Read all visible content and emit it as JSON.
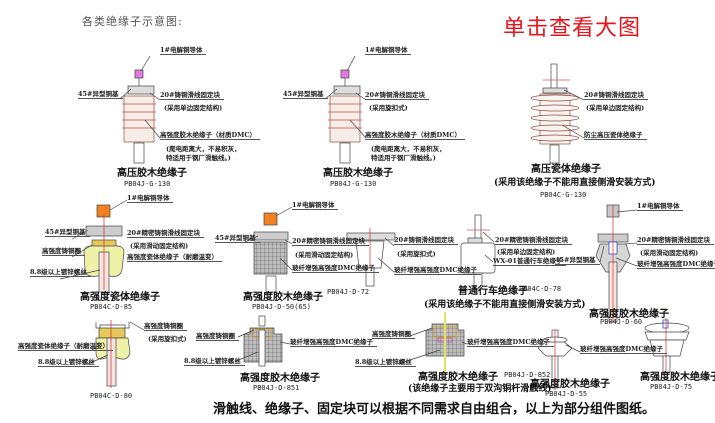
{
  "header": {
    "title": "各类绝缘子示意图:",
    "view_large_link": "单击查看大图",
    "link_color": "#e8141c"
  },
  "insulators": [
    {
      "title": "高压胶木绝缘子",
      "model": "PB04J-G-130",
      "labels": [
        "1#电解铜导体",
        "45#异型铜基",
        "20#铸铜滑线固定块",
        "(采用单边固定结构)",
        "高强度胶木绝缘子（材质DMC）",
        "(爬电距离大，不易积灰，",
        "特适用于钢厂滑触线。)"
      ]
    },
    {
      "title": "高压胶木绝缘子",
      "model": "PB04J-G-130",
      "labels": [
        "1#电解铜导体",
        "45#异型铜基",
        "20#铸铜滑线固定块",
        "(采用旋扣式)",
        "高强度胶木绝缘子（材质DMC）",
        "(爬电距离大，不易积灰，",
        "特适用于钢厂滑触线。)"
      ]
    },
    {
      "title": "高压瓷体绝缘子",
      "note": "(采用该绝缘子不能用直接侧滑安装方式)",
      "model": "PB04C-G-130",
      "labels": [
        "20#铸铜滑线固定块",
        "(采用单边固定结构)",
        "防尘高压瓷体绝缘子"
      ]
    },
    {
      "title": "高强度瓷体绝缘子",
      "model": "PB04C-D-85",
      "labels": [
        "1#电解铜导体",
        "45#异型铜基",
        "20#精密铸铜滑线固定块",
        "(采用滑动固定结构)",
        "高强度铸铜圈",
        "高强度瓷体绝缘子（耐磨温变）",
        "8.8级以上镀锌螺丝"
      ]
    },
    {
      "title": "高强度胶木绝缘子",
      "model": "PB04J-D-50(65)",
      "labels": [
        "1#电解铜导体",
        "45#异型铜基",
        "20#精密铸铜滑线固定块",
        "(采用滑动固定结构)",
        "玻纤增强高强度DMC绝缘子"
      ]
    },
    {
      "model": "PB04J-D-72",
      "labels": [
        "20#铸铜滑线固定块",
        "(采用旋扣式)",
        "玻纤增强高强度DMC绝缘子"
      ]
    },
    {
      "title": "普通行车绝缘子",
      "model": "PB04C-D-78",
      "note": "(采用该绝缘子不能用直接侧滑安装方式)",
      "labels": [
        "20#精密铸铜滑线固定块",
        "(采用单边固定结构)",
        "WX-01普通行车绝缘子"
      ]
    },
    {
      "title": "高强度胶木绝缘子",
      "model": "PB04J-D-60",
      "labels": [
        "1#电解铜导体",
        "20#精密铸铜滑线固定块",
        "(采用滑动固定结构)",
        "玻纤增强高强度DMC绝缘子",
        "45#异型铜基"
      ]
    },
    {
      "model": "PB04C-D-80",
      "labels": [
        "高强度铸铜圈",
        "(采用旋扣式)",
        "高强度瓷体绝缘子（耐磨温变）",
        "8.8级以上镀锌螺丝"
      ]
    },
    {
      "title": "高强度胶木绝缘子",
      "model": "PB04J-D-851",
      "labels": [
        "高强度铸铜圈",
        "玻纤增强高强度DMC绝缘子",
        "8.8级以上镀锌螺丝"
      ]
    },
    {
      "title": "高强度胶木绝缘子",
      "model": "PB04J-D-852",
      "note": "(该绝缘子主要用于双沟铜杆滑触线)",
      "labels": [
        "高强度铸铜圈",
        "玻纤增强高强度DMC绝缘子",
        "8.8级以上镀锌螺丝"
      ]
    },
    {
      "title": "高强度胶木绝缘子",
      "model": "PB04J-D-55",
      "labels": [
        "玻纤增强高强度DMC绝缘子"
      ]
    },
    {
      "title": "高强度胶木绝缘子",
      "model": "PB04J-D-75",
      "labels": []
    }
  ],
  "footer": {
    "text": "滑触线、绝缘子、固定块可以根据不同需求自由组合，以上为部分组件图纸。"
  }
}
